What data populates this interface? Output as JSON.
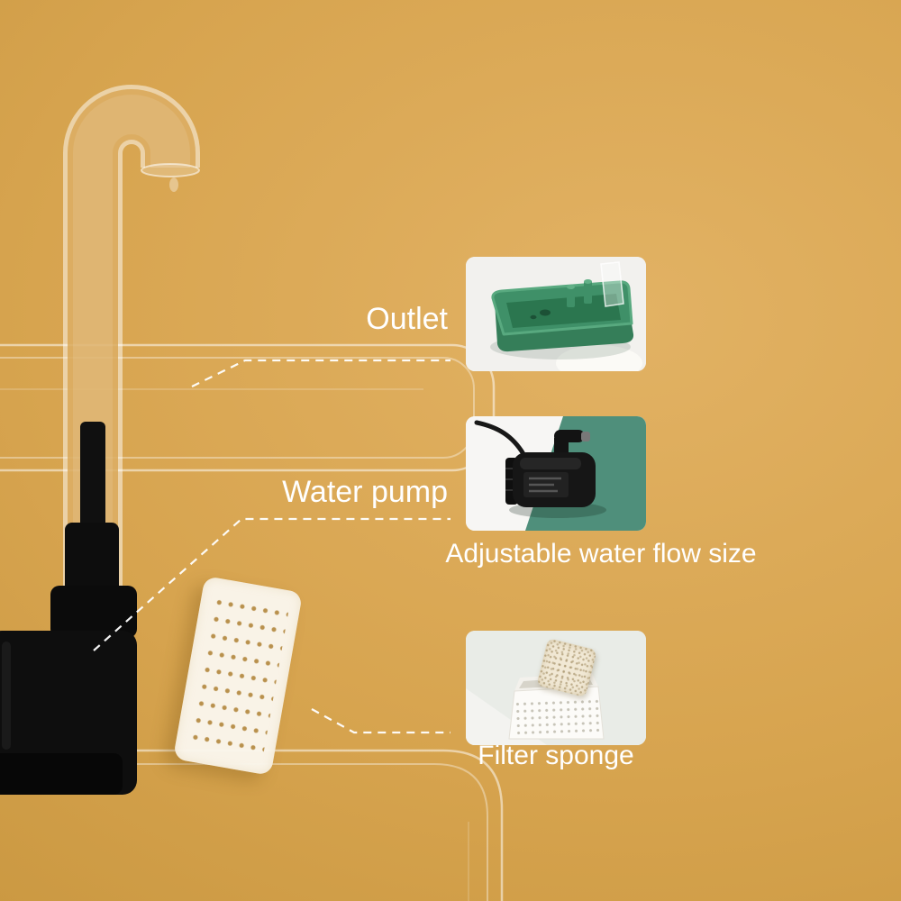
{
  "scene": {
    "background": "#d7a44f",
    "text_color": "#ffffff"
  },
  "callouts": {
    "outlet": {
      "label": "Outlet"
    },
    "water_pump": {
      "label": "Water pump",
      "sublabel": "Adjustable water flow size"
    },
    "filter_sponge": {
      "label": "Filter sponge"
    }
  },
  "insets": {
    "outlet_photo": "green-outlet-tray-photo",
    "pump_photo": "black-water-pump-photo",
    "filter_photo": "filter-sponge-box-photo"
  },
  "colors": {
    "tray_green": "#3f9068",
    "inset_teal": "#4f8f7b",
    "pump_black": "#111111",
    "plate_cream": "#faf6ec",
    "callout_line": "#ffffff"
  }
}
